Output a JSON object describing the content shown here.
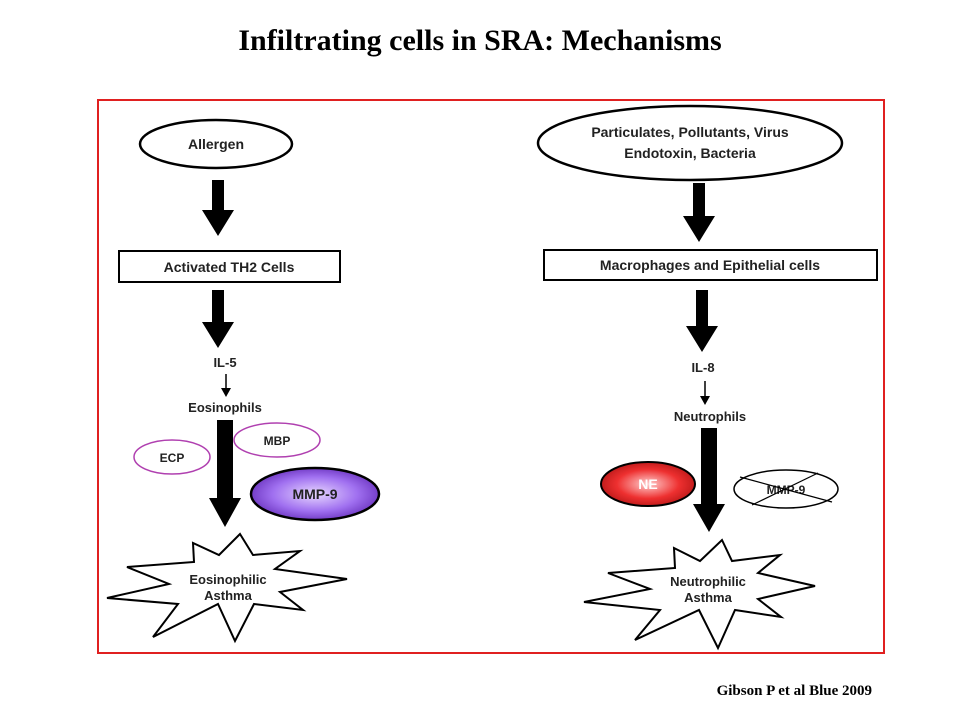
{
  "title": "Infiltrating cells in  SRA: Mechanisms",
  "citation": "Gibson P  et al  Blue 2009",
  "left": {
    "allergen": "Allergen",
    "th2": "Activated TH2 Cells",
    "il5": "IL-5",
    "eosinophils": "Eosinophils",
    "ecp": "ECP",
    "mbp": "MBP",
    "mmp9": "MMP-9",
    "outcome_line1": "Eosinophilic",
    "outcome_line2": "Asthma"
  },
  "right": {
    "trigger_line1": "Particulates, Pollutants, Virus",
    "trigger_line2": "Endotoxin, Bacteria",
    "macrophages": "Macrophages and  Epithelial cells",
    "il8": "IL-8",
    "neutrophils": "Neutrophils",
    "ne": "NE",
    "mmp9_crossed": "MMP-9",
    "outcome_line1": "Neutrophilic",
    "outcome_line2": "Asthma"
  },
  "colors": {
    "frame": "#e02020",
    "mmp9_fill": "#9b5cf0",
    "ne_fill": "#e82a2a",
    "small_oval_stroke": "#b040b0"
  }
}
